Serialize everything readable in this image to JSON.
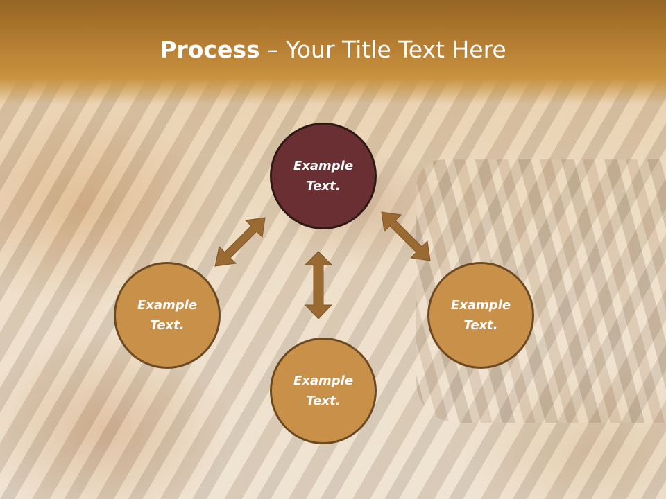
{
  "title": {
    "bold": "Process",
    "rest": " – Your Title Text Here"
  },
  "nodes": {
    "center": {
      "line1": "Example",
      "line2": "Text."
    },
    "left": {
      "line1": "Example",
      "line2": "Text."
    },
    "right": {
      "line1": "Example",
      "line2": "Text."
    },
    "bottom": {
      "line1": "Example",
      "line2": "Text."
    }
  },
  "colors": {
    "header": "#b77f33",
    "center_node": "#6a2f33",
    "outer_node": "#c99049",
    "arrow": "#9a6a33"
  }
}
